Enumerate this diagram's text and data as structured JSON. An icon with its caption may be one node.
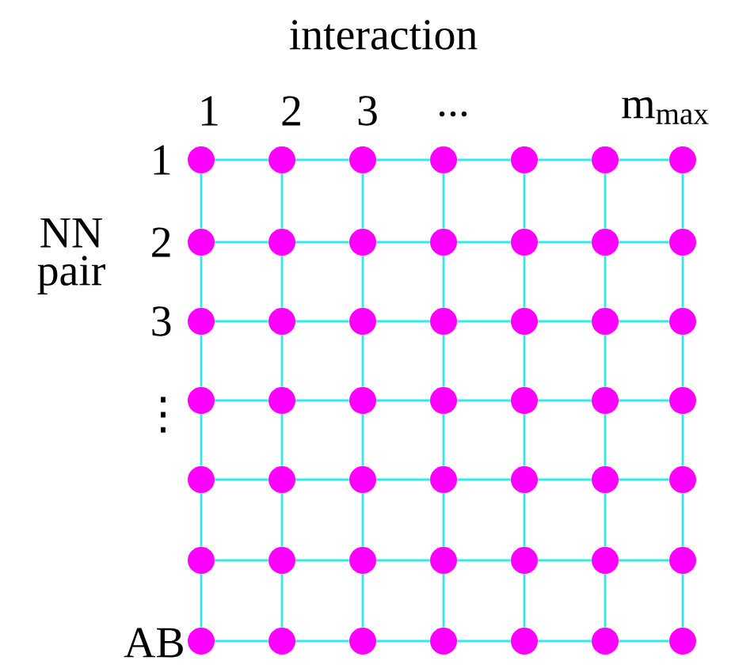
{
  "diagram": {
    "nodes": [
      {
        "text": [],
        "shape": "circle"
      },
      {
        "text": [],
        "shape": "circle"
      },
      {
        "text": [],
        "shape": "circle"
      },
      {
        "text": [],
        "shape": "circle"
      },
      {
        "text": [],
        "shape": "circle"
      },
      {
        "text": [],
        "shape": "circle"
      },
      {
        "text": [],
        "shape": "circle"
      },
      {
        "text": [],
        "shape": "circle"
      },
      {
        "text": [],
        "shape": "circle"
      },
      {
        "text": [],
        "shape": "circle"
      },
      {
        "text": [],
        "shape": "circle"
      },
      {
        "text": [],
        "shape": "circle"
      },
      {
        "text": [],
        "shape": "circle"
      },
      {
        "text": [],
        "shape": "circle"
      },
      {
        "text": [],
        "shape": "circle"
      },
      {
        "text": [],
        "shape": "circle"
      },
      {
        "text": [],
        "shape": "circle"
      },
      {
        "text": [],
        "shape": "circle"
      },
      {
        "text": [],
        "shape": "circle"
      },
      {
        "text": [],
        "shape": "circle"
      },
      {
        "text": [],
        "shape": "circle"
      },
      {
        "text": [],
        "shape": "circle"
      },
      {
        "text": [],
        "shape": "circle"
      },
      {
        "text": [],
        "shape": "circle"
      },
      {
        "text": [],
        "shape": "circle"
      },
      {
        "text": [],
        "shape": "circle"
      },
      {
        "text": [],
        "shape": "circle"
      },
      {
        "text": [],
        "shape": "circle"
      },
      {
        "text": [],
        "shape": "circle"
      },
      {
        "text": [],
        "shape": "circle"
      },
      {
        "text": [],
        "shape": "circle"
      },
      {
        "text": [],
        "shape": "circle"
      },
      {
        "text": [],
        "shape": "circle"
      },
      {
        "text": [],
        "shape": "circle"
      },
      {
        "text": [],
        "shape": "circle"
      },
      {
        "text": [],
        "shape": "circle"
      },
      {
        "text": [],
        "shape": "circle"
      },
      {
        "text": [],
        "shape": "circle"
      },
      {
        "text": [],
        "shape": "circle"
      },
      {
        "text": [],
        "shape": "circle"
      },
      {
        "text": [],
        "shape": "circle"
      },
      {
        "text": [],
        "shape": "circle"
      },
      {
        "text": [],
        "shape": "circle"
      },
      {
        "text": [],
        "shape": "circle"
      },
      {
        "text": [],
        "shape": "circle"
      },
      {
        "text": [],
        "shape": "circle"
      },
      {
        "text": [],
        "shape": "circle"
      },
      {
        "text": [],
        "shape": "circle"
      },
      {
        "text": [],
        "shape": "circle"
      }
    ],
    "edges": [
      {
        "from": 0,
        "to": 1,
        "arrow": "none"
      },
      {
        "from": 1,
        "to": 2,
        "arrow": "none"
      },
      {
        "from": 2,
        "to": 3,
        "arrow": "none"
      },
      {
        "from": 3,
        "to": 4,
        "arrow": "none"
      },
      {
        "from": 4,
        "to": 5,
        "arrow": "none"
      },
      {
        "from": 5,
        "to": 6,
        "arrow": "none"
      },
      {
        "from": 7,
        "to": 8,
        "arrow": "none"
      },
      {
        "from": 8,
        "to": 9,
        "arrow": "none"
      },
      {
        "from": 9,
        "to": 10,
        "arrow": "none"
      },
      {
        "from": 10,
        "to": 11,
        "arrow": "none"
      },
      {
        "from": 11,
        "to": 12,
        "arrow": "none"
      },
      {
        "from": 12,
        "to": 13,
        "arrow": "none"
      },
      {
        "from": 14,
        "to": 15,
        "arrow": "none"
      },
      {
        "from": 15,
        "to": 16,
        "arrow": "none"
      },
      {
        "from": 16,
        "to": 17,
        "arrow": "none"
      },
      {
        "from": 17,
        "to": 18,
        "arrow": "none"
      },
      {
        "from": 18,
        "to": 19,
        "arrow": "none"
      },
      {
        "from": 19,
        "to": 20,
        "arrow": "none"
      },
      {
        "from": 21,
        "to": 22,
        "arrow": "none"
      },
      {
        "from": 22,
        "to": 23,
        "arrow": "none"
      },
      {
        "from": 23,
        "to": 24,
        "arrow": "none"
      },
      {
        "from": 24,
        "to": 25,
        "arrow": "none"
      },
      {
        "from": 25,
        "to": 26,
        "arrow": "none"
      },
      {
        "from": 26,
        "to": 27,
        "arrow": "none"
      },
      {
        "from": 28,
        "to": 29,
        "arrow": "none"
      },
      {
        "from": 29,
        "to": 30,
        "arrow": "none"
      },
      {
        "from": 30,
        "to": 31,
        "arrow": "none"
      },
      {
        "from": 31,
        "to": 32,
        "arrow": "none"
      },
      {
        "from": 32,
        "to": 33,
        "arrow": "none"
      },
      {
        "from": 33,
        "to": 34,
        "arrow": "none"
      },
      {
        "from": 35,
        "to": 36,
        "arrow": "none"
      },
      {
        "from": 36,
        "to": 37,
        "arrow": "none"
      },
      {
        "from": 37,
        "to": 38,
        "arrow": "none"
      },
      {
        "from": 38,
        "to": 39,
        "arrow": "none"
      },
      {
        "from": 39,
        "to": 40,
        "arrow": "none"
      },
      {
        "from": 40,
        "to": 41,
        "arrow": "none"
      },
      {
        "from": 42,
        "to": 43,
        "arrow": "none"
      },
      {
        "from": 43,
        "to": 44,
        "arrow": "none"
      },
      {
        "from": 44,
        "to": 45,
        "arrow": "none"
      },
      {
        "from": 45,
        "to": 46,
        "arrow": "none"
      },
      {
        "from": 46,
        "to": 47,
        "arrow": "none"
      },
      {
        "from": 47,
        "to": 48,
        "arrow": "none"
      },
      {
        "from": 0,
        "to": 7,
        "arrow": "none"
      },
      {
        "from": 1,
        "to": 8,
        "arrow": "none"
      },
      {
        "from": 2,
        "to": 9,
        "arrow": "none"
      },
      {
        "from": 3,
        "to": 10,
        "arrow": "none"
      },
      {
        "from": 4,
        "to": 11,
        "arrow": "none"
      },
      {
        "from": 5,
        "to": 12,
        "arrow": "none"
      },
      {
        "from": 6,
        "to": 13,
        "arrow": "none"
      },
      {
        "from": 7,
        "to": 14,
        "arrow": "none"
      },
      {
        "from": 8,
        "to": 15,
        "arrow": "none"
      },
      {
        "from": 9,
        "to": 16,
        "arrow": "none"
      },
      {
        "from": 10,
        "to": 17,
        "arrow": "none"
      },
      {
        "from": 11,
        "to": 18,
        "arrow": "none"
      },
      {
        "from": 12,
        "to": 19,
        "arrow": "none"
      },
      {
        "from": 13,
        "to": 20,
        "arrow": "none"
      },
      {
        "from": 14,
        "to": 21,
        "arrow": "none"
      },
      {
        "from": 15,
        "to": 22,
        "arrow": "none"
      },
      {
        "from": 16,
        "to": 23,
        "arrow": "none"
      },
      {
        "from": 17,
        "to": 24,
        "arrow": "none"
      },
      {
        "from": 18,
        "to": 25,
        "arrow": "none"
      },
      {
        "from": 19,
        "to": 26,
        "arrow": "none"
      },
      {
        "from": 20,
        "to": 27,
        "arrow": "none"
      },
      {
        "from": 21,
        "to": 28,
        "arrow": "none"
      },
      {
        "from": 22,
        "to": 29,
        "arrow": "none"
      },
      {
        "from": 23,
        "to": 30,
        "arrow": "none"
      },
      {
        "from": 24,
        "to": 31,
        "arrow": "none"
      },
      {
        "from": 25,
        "to": 32,
        "arrow": "none"
      },
      {
        "from": 26,
        "to": 33,
        "arrow": "none"
      },
      {
        "from": 27,
        "to": 34,
        "arrow": "none"
      },
      {
        "from": 28,
        "to": 35,
        "arrow": "none"
      },
      {
        "from": 29,
        "to": 36,
        "arrow": "none"
      },
      {
        "from": 30,
        "to": 37,
        "arrow": "none"
      },
      {
        "from": 31,
        "to": 38,
        "arrow": "none"
      },
      {
        "from": 32,
        "to": 39,
        "arrow": "none"
      },
      {
        "from": 33,
        "to": 40,
        "arrow": "none"
      },
      {
        "from": 34,
        "to": 41,
        "arrow": "none"
      },
      {
        "from": 35,
        "to": 42,
        "arrow": "none"
      },
      {
        "from": 36,
        "to": 43,
        "arrow": "none"
      },
      {
        "from": 37,
        "to": 44,
        "arrow": "none"
      },
      {
        "from": 38,
        "to": 45,
        "arrow": "none"
      },
      {
        "from": 39,
        "to": 46,
        "arrow": "none"
      },
      {
        "from": 40,
        "to": 47,
        "arrow": "none"
      },
      {
        "from": 41,
        "to": 48,
        "arrow": "none"
      }
    ],
    "labels": [
      "interaction",
      "1",
      "2",
      "3",
      "...",
      "m$_{max}$",
      "1",
      "NN pair",
      "2",
      "3",
      "⋮",
      "AB"
    ]
  }
}
